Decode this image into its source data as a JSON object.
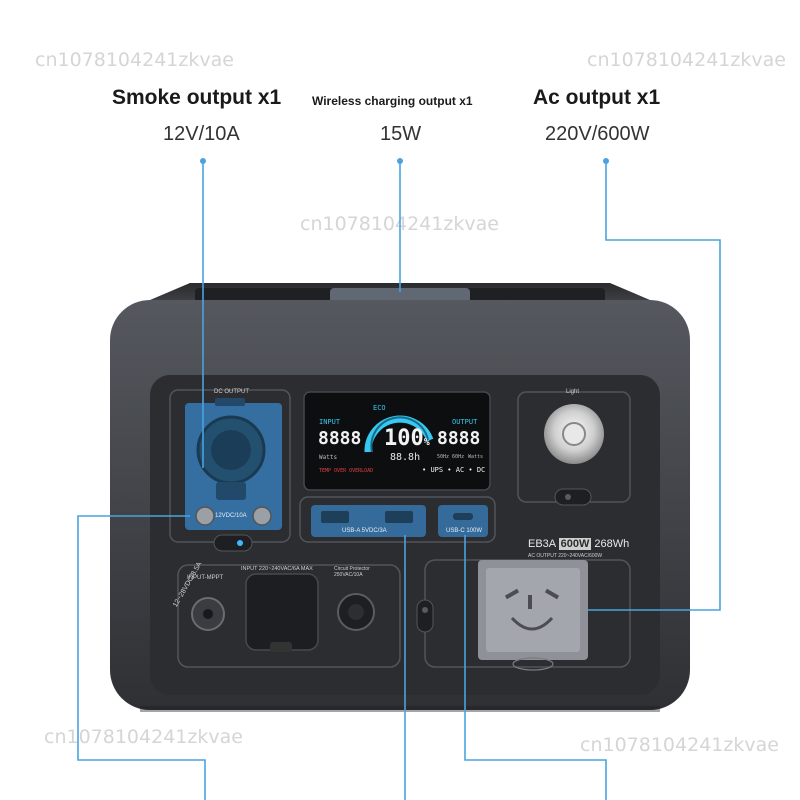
{
  "labels": {
    "left": {
      "title": "Smoke output x1",
      "spec": "12V/10A"
    },
    "center": {
      "title": "Wireless charging output x1",
      "spec": "15W"
    },
    "right": {
      "title": "Ac output x1",
      "spec": "220V/600W"
    }
  },
  "watermark": "cn1078104241zkvae",
  "device": {
    "dc_output_label": "DC OUTPUT",
    "light_label": "Light",
    "dc_rating": "12VDC/10A",
    "usb_a_label": "USB-A 5VDC/3A",
    "usb_c_label": "USB-C 100W",
    "model": "EB3A",
    "model_watts": "600W",
    "capacity": "268Wh",
    "ac_label": "AC OUTPUT 220~240VAC/600W",
    "input_mppt": "INPUT-MPPT",
    "mppt_range": "12~28VDC/8.5A",
    "ac_input": "INPUT 220~240VAC/6A MAX",
    "circuit_protector": "Circuit Protector 250VAC/10A"
  },
  "lcd": {
    "input_label": "INPUT",
    "output_label": "OUTPUT",
    "input_value": "8888",
    "output_value": "8888",
    "percent": "100",
    "percent_sign": "%",
    "small_value": "88.8",
    "small_unit": "h",
    "watts_left": "Watts",
    "watts_right": "Watts",
    "eco": "ECO",
    "hz": "50Hz 60Hz",
    "temp_text": "TEMP OVER OVERLOAD",
    "status_ups": "UPS",
    "status_ac": "AC",
    "status_dc": "DC"
  },
  "colors": {
    "callout": "#4aa3e0",
    "shell": "#3d3f44",
    "panel": "#2c2e33",
    "lcd_cyan": "#36c8f0"
  }
}
